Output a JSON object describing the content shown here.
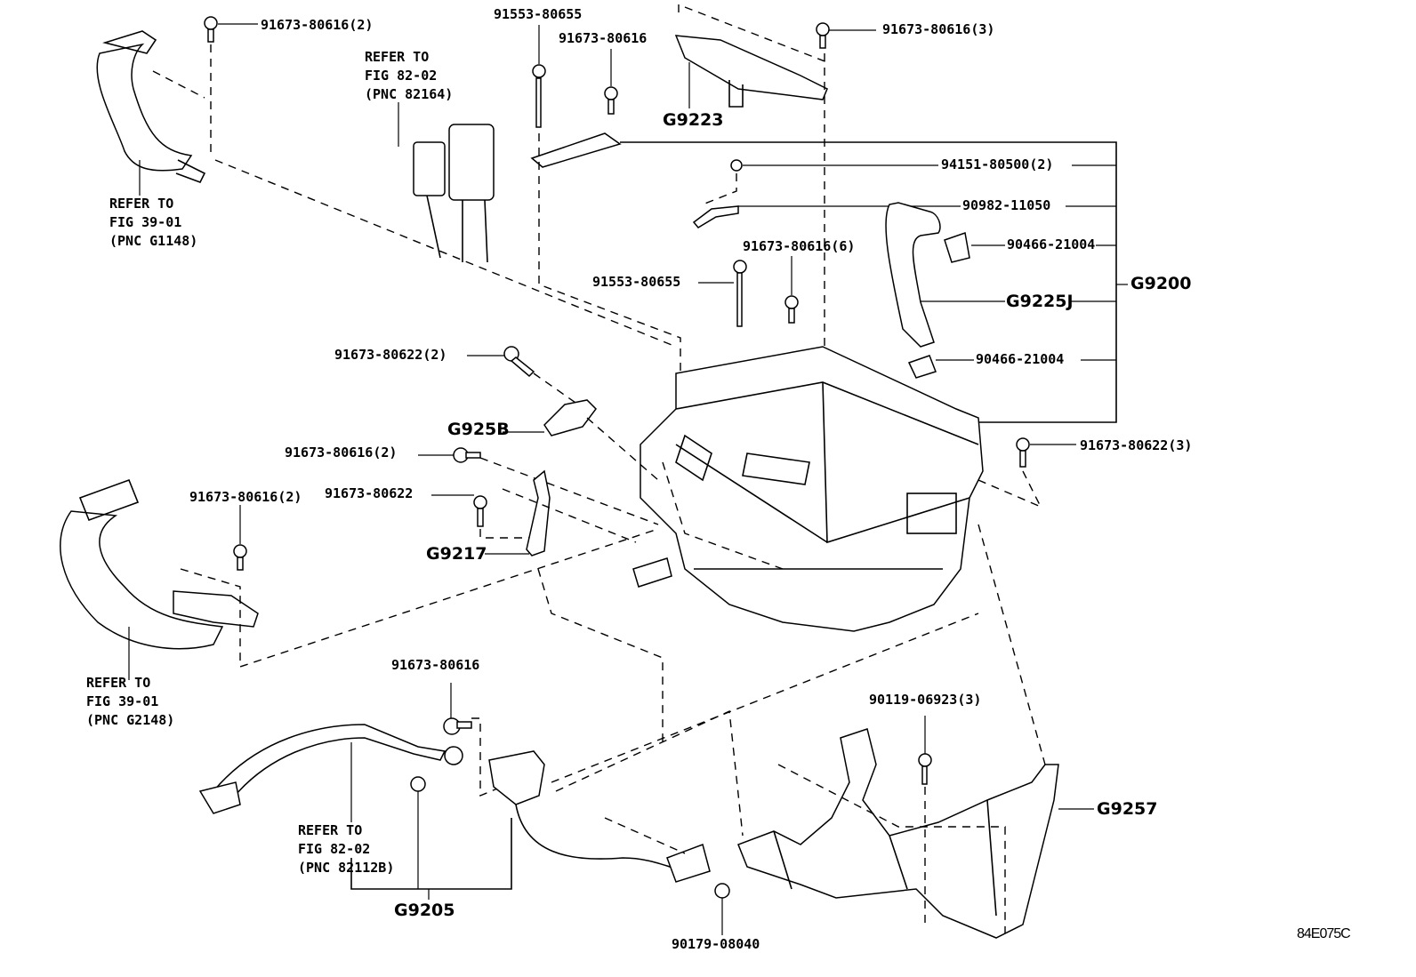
{
  "diagram": {
    "figure_code": "84E075C",
    "references": {
      "hose_top": [
        "REFER TO",
        "FIG 39-01",
        "(PNC G1148)"
      ],
      "connector_top": [
        "REFER TO",
        "FIG 82-02",
        "(PNC 82164)"
      ],
      "hose_bottom": [
        "REFER TO",
        "FIG 39-01",
        "(PNC G2148)"
      ],
      "cable_bottom": [
        "REFER TO",
        "FIG 82-02",
        "(PNC 82112B)"
      ]
    },
    "parts": {
      "p1": "91673-80616(2)",
      "p2": "91553-80655",
      "p3": "91673-80616",
      "p4": "G9223",
      "p5": "91673-80616(3)",
      "p6": "94151-80500(2)",
      "p7": "90982-11050",
      "p8": "90466-21004",
      "p9": "G9200",
      "p10": "G9225J",
      "p11": "90466-21004",
      "p12": "91673-80616(6)",
      "p13": "91553-80655",
      "p14": "91673-80622(2)",
      "p15": "G925B",
      "p16": "91673-80616(2)",
      "p17": "91673-80622",
      "p18": "91673-80616(2)",
      "p19": "G9217",
      "p20": "91673-80622(3)",
      "p21": "91673-80616",
      "p22": "90119-06923(3)",
      "p23": "G9257",
      "p24": "G9205",
      "p25": "90179-08040"
    }
  }
}
